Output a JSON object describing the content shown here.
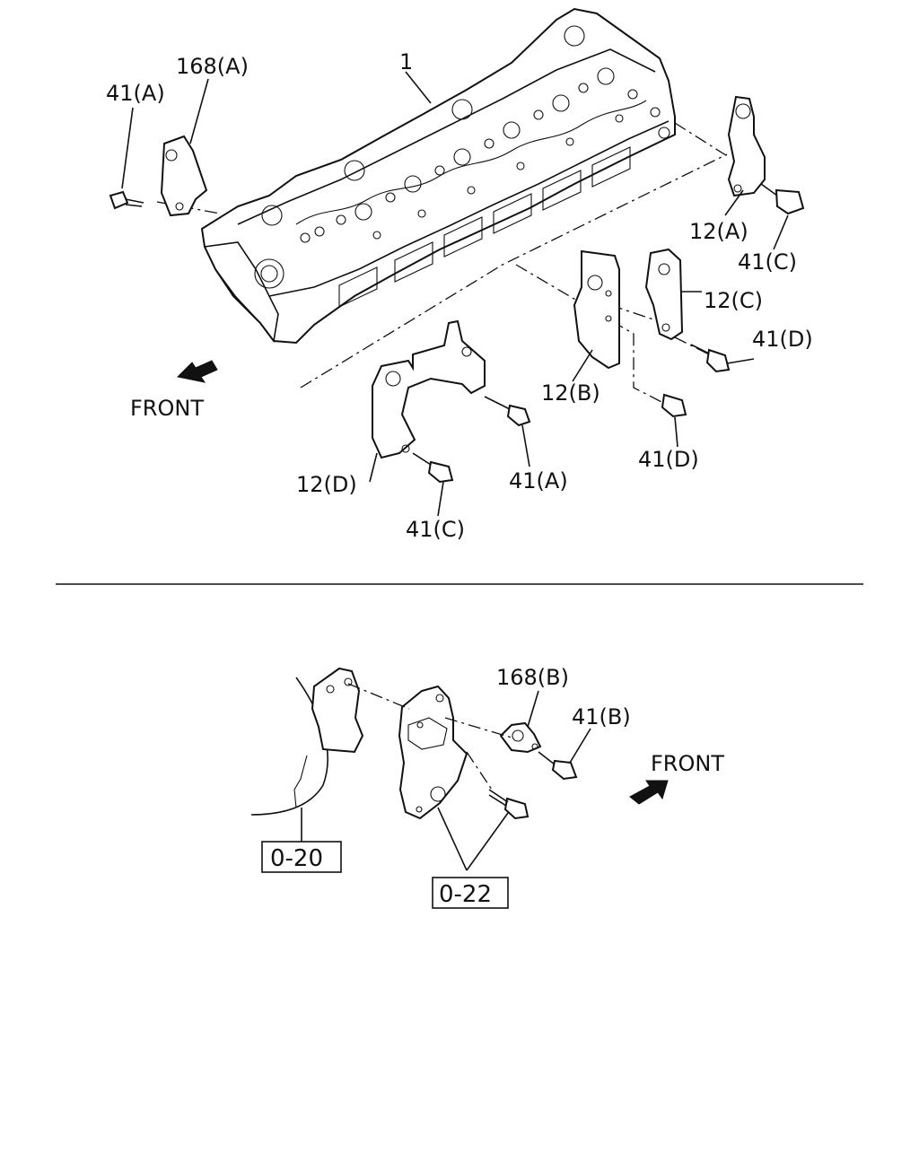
{
  "top_diagram": {
    "callouts": {
      "head": "1",
      "bracket_168a": "168(A)",
      "bolt_41a_top": "41(A)",
      "bracket_12a": "12(A)",
      "bolt_41c_right": "41(C)",
      "bracket_12c": "12(C)",
      "bolt_41d_right": "41(D)",
      "bracket_12b": "12(B)",
      "bolt_41d_mid": "41(D)",
      "bracket_12d": "12(D)",
      "bolt_41a_mid": "41(A)",
      "bolt_41c_bottom": "41(C)"
    },
    "front_label": "FRONT"
  },
  "bottom_diagram": {
    "callouts": {
      "bracket_168b": "168(B)",
      "bolt_41b": "41(B)"
    },
    "front_label": "FRONT",
    "ref_boxes": [
      "0-20",
      "0-22"
    ]
  },
  "icons": [
    "front-arrow-icon",
    "front-arrow-icon"
  ]
}
